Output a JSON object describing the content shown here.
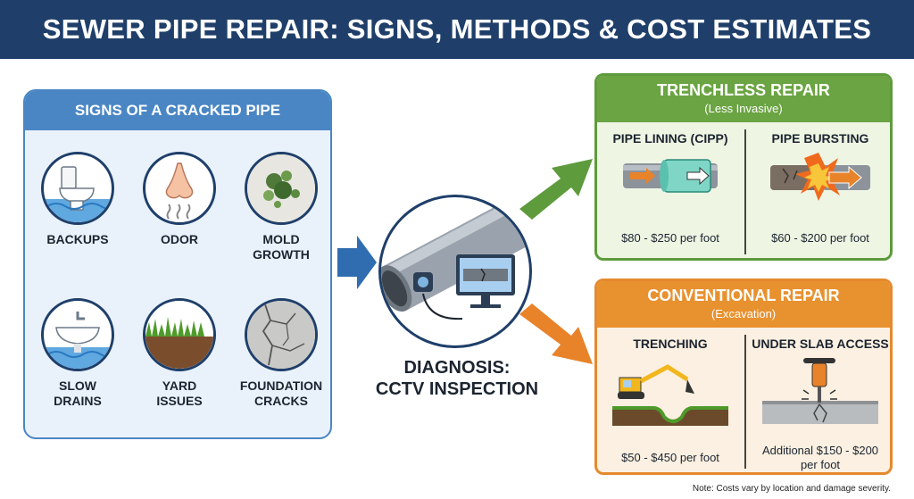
{
  "title": "SEWER PIPE REPAIR: SIGNS, METHODS & COST ESTIMATES",
  "signs": {
    "header": "SIGNS OF A CRACKED PIPE",
    "items": [
      {
        "label": "BACKUPS",
        "icon": "toilet-icon"
      },
      {
        "label": "ODOR",
        "icon": "nose-icon"
      },
      {
        "label": "MOLD GROWTH",
        "icon": "mold-icon"
      },
      {
        "label": "SLOW DRAINS",
        "icon": "sink-icon"
      },
      {
        "label": "YARD ISSUES",
        "icon": "grass-icon"
      },
      {
        "label": "FOUNDATION CRACKS",
        "icon": "cracked-concrete-icon"
      }
    ]
  },
  "diagnosis": {
    "line1": "DIAGNOSIS:",
    "line2": "CCTV INSPECTION",
    "icon": "cctv-camera-icon"
  },
  "trenchless": {
    "title": "TRENCHLESS REPAIR",
    "subtitle": "(Less Invasive)",
    "methods": [
      {
        "title": "PIPE LINING (CIPP)",
        "cost": "$80 - $250 per foot",
        "icon": "pipe-lining-icon"
      },
      {
        "title": "PIPE BURSTING",
        "cost": "$60 - $200 per foot",
        "icon": "pipe-bursting-icon"
      }
    ]
  },
  "conventional": {
    "title": "CONVENTIONAL REPAIR",
    "subtitle": "(Excavation)",
    "methods": [
      {
        "title": "TRENCHING",
        "cost": "$50 - $450 per foot",
        "icon": "excavator-icon"
      },
      {
        "title": "UNDER SLAB ACCESS",
        "cost_line1": "Additional $150 - $200",
        "cost_line2": "per foot",
        "icon": "jackhammer-icon"
      }
    ]
  },
  "note": "Note: Costs vary by location and damage severity.",
  "colors": {
    "navy": "#1f3f6a",
    "blue": "#4a86c4",
    "green": "#6ba443",
    "orange": "#e8912f"
  }
}
